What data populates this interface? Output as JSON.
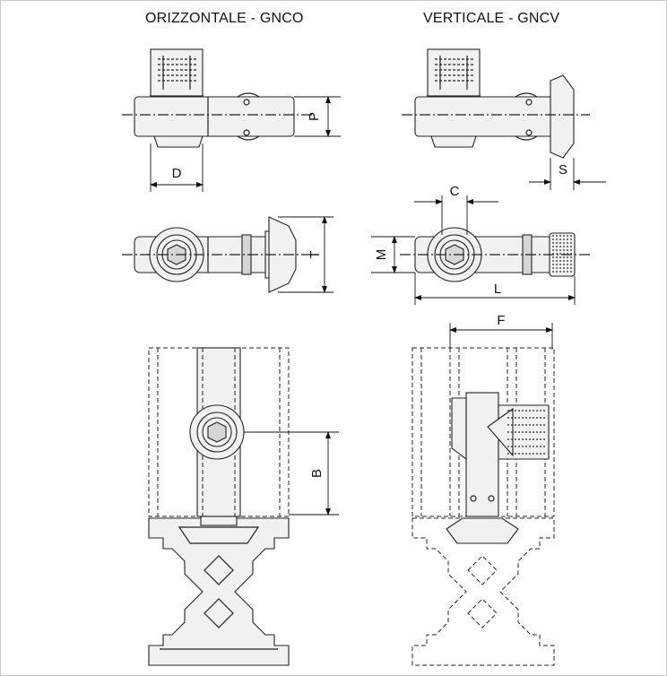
{
  "titles": {
    "horizontal": "ORIZZONTALE - GNCO",
    "vertical": "VERTICALE - GNCV"
  },
  "dimensions": {
    "P": "P",
    "D": "D",
    "S": "S",
    "C": "C",
    "T": "T",
    "M": "M",
    "L": "L",
    "F": "F",
    "B": "B"
  }
}
